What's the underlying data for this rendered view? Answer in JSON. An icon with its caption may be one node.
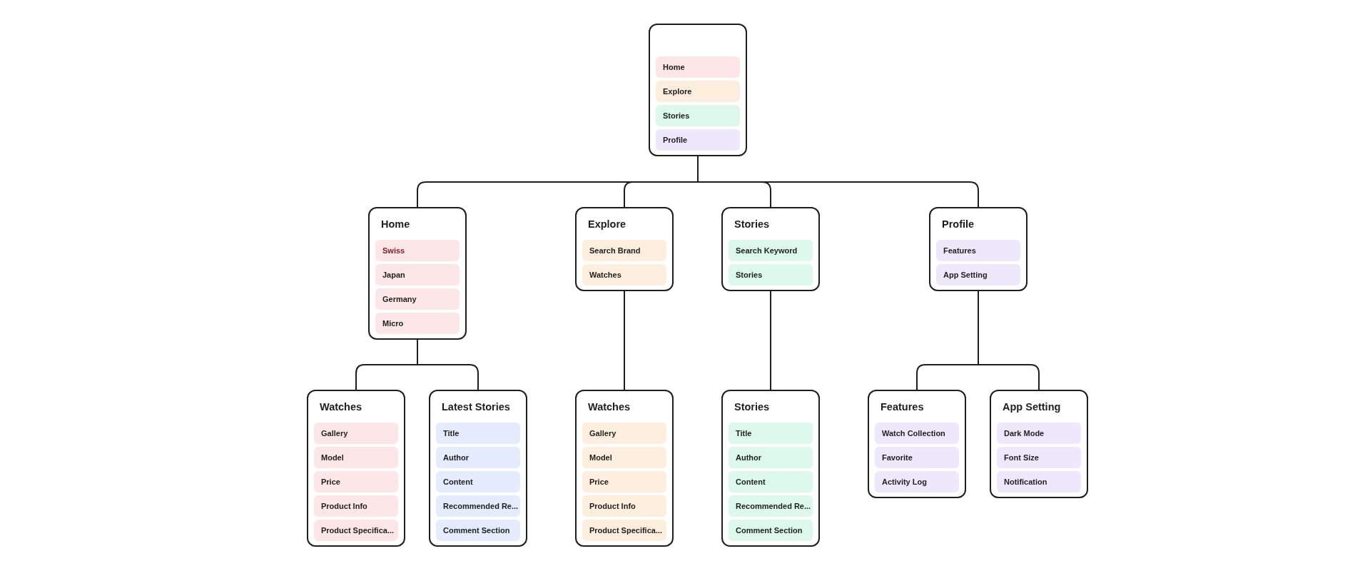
{
  "diagram": {
    "nodes": [
      {
        "text": [],
        "shape": "box"
      },
      {
        "text": [
          "Home"
        ],
        "in": 0
      },
      {
        "text": [
          "Explore"
        ],
        "in": 0
      },
      {
        "text": [
          "Stories"
        ],
        "in": 0
      },
      {
        "text": [
          "Profile"
        ],
        "in": 0
      },
      {
        "text": [
          "Home"
        ]
      },
      {
        "text": [
          "Swiss"
        ],
        "in": 5
      },
      {
        "text": [
          "Japan"
        ],
        "in": 5
      },
      {
        "text": [
          "Germany"
        ],
        "in": 5
      },
      {
        "text": [
          "Micro"
        ],
        "in": 5
      },
      {
        "text": [
          "Explore"
        ]
      },
      {
        "text": [
          "Search Brand"
        ],
        "in": 10
      },
      {
        "text": [
          "Watches"
        ],
        "in": 10
      },
      {
        "text": [
          "Stories"
        ]
      },
      {
        "text": [
          "Search Keyword"
        ],
        "in": 13
      },
      {
        "text": [
          "Stories"
        ],
        "in": 13
      },
      {
        "text": [
          "Profile"
        ]
      },
      {
        "text": [
          "Features"
        ],
        "in": 16
      },
      {
        "text": [
          "App Setting"
        ],
        "in": 16
      },
      {
        "text": [
          "Watches"
        ]
      },
      {
        "text": [
          "Gallery"
        ],
        "in": 19
      },
      {
        "text": [
          "Model"
        ],
        "in": 19
      },
      {
        "text": [
          "Price"
        ],
        "in": 19
      },
      {
        "text": [
          "Product Info"
        ],
        "in": 19
      },
      {
        "text": [
          "Product Specifica..."
        ],
        "in": 19
      },
      {
        "text": [
          "Latest Stories"
        ]
      },
      {
        "text": [
          "Title"
        ],
        "in": 25
      },
      {
        "text": [
          "Author"
        ],
        "in": 25
      },
      {
        "text": [
          "Content"
        ],
        "in": 25
      },
      {
        "text": [
          "Recommended Re..."
        ],
        "in": 25
      },
      {
        "text": [
          "Comment Section"
        ],
        "in": 25
      },
      {
        "text": [
          "Watches"
        ]
      },
      {
        "text": [
          "Gallery"
        ],
        "in": 31
      },
      {
        "text": [
          "Model"
        ],
        "in": 31
      },
      {
        "text": [
          "Price"
        ],
        "in": 31
      },
      {
        "text": [
          "Product Info"
        ],
        "in": 31
      },
      {
        "text": [
          "Product Specifica..."
        ],
        "in": 31
      },
      {
        "text": [
          "Stories"
        ]
      },
      {
        "text": [
          "Title"
        ],
        "in": 37
      },
      {
        "text": [
          "Author"
        ],
        "in": 37
      },
      {
        "text": [
          "Content"
        ],
        "in": 37
      },
      {
        "text": [
          "Recommended Re..."
        ],
        "in": 37
      },
      {
        "text": [
          "Comment Section"
        ],
        "in": 37
      },
      {
        "text": [
          "Features"
        ]
      },
      {
        "text": [
          "Watch Collection"
        ],
        "in": 43
      },
      {
        "text": [
          "Favorite"
        ],
        "in": 43
      },
      {
        "text": [
          "Activity Log"
        ],
        "in": 43
      },
      {
        "text": [
          "App Setting"
        ]
      },
      {
        "text": [
          "Dark Mode"
        ],
        "in": 47
      },
      {
        "text": [
          "Font Size"
        ],
        "in": 47
      },
      {
        "text": [
          "Notification"
        ],
        "in": 47
      }
    ],
    "edges": [
      {
        "from": 0,
        "to": 5,
        "arrow": "none"
      },
      {
        "from": 0,
        "to": 10,
        "arrow": "none"
      },
      {
        "from": 0,
        "to": 13,
        "arrow": "none"
      },
      {
        "from": 0,
        "to": 16,
        "arrow": "none"
      },
      {
        "from": 5,
        "to": 19,
        "arrow": "none"
      },
      {
        "from": 5,
        "to": 25,
        "arrow": "none"
      },
      {
        "from": 10,
        "to": 31,
        "arrow": "none"
      },
      {
        "from": 13,
        "to": 37,
        "arrow": "none"
      },
      {
        "from": 16,
        "to": 43,
        "arrow": "none"
      },
      {
        "from": 16,
        "to": 47,
        "arrow": "none"
      }
    ]
  }
}
